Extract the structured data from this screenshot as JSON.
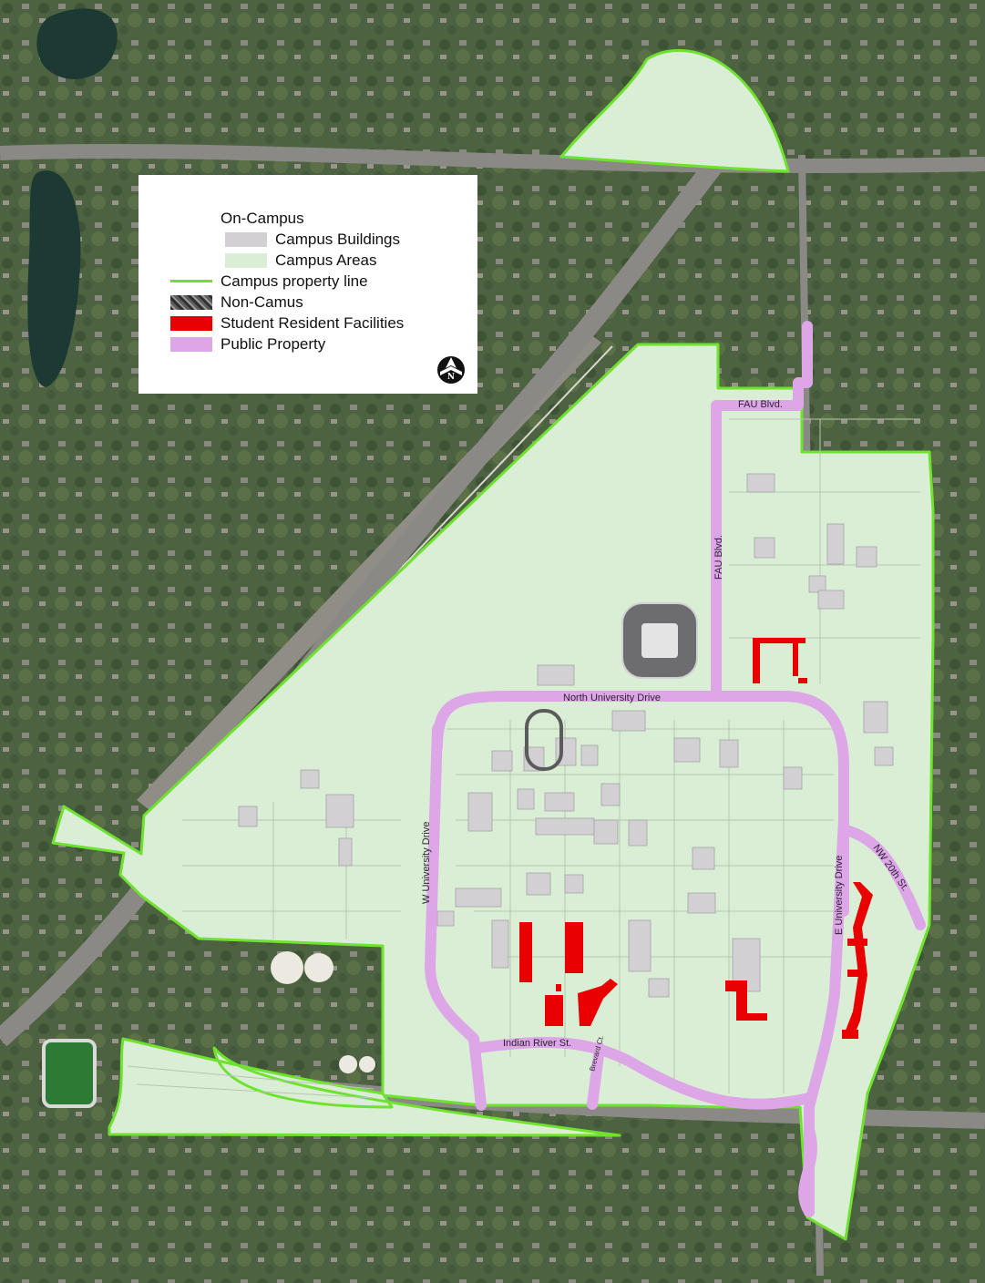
{
  "colors": {
    "campus_area": "#d9eed5",
    "campus_building": "#d2d0d2",
    "property_line": "#6ee22f",
    "student_residence": "#e90000",
    "public_property": "#dda6e6",
    "aerial_base": "#4f6340"
  },
  "legend": {
    "heading": "On-Campus",
    "items": [
      {
        "label": "Campus Buildings",
        "swatch": "campus_building",
        "kind": "fill",
        "indent": true
      },
      {
        "label": "Campus Areas",
        "swatch": "campus_area",
        "kind": "fill",
        "indent": true
      },
      {
        "label": "Campus property line",
        "swatch": "property_line",
        "kind": "line",
        "indent": false
      },
      {
        "label": "Non-Camus",
        "swatch": "aerial",
        "kind": "pattern",
        "indent": false
      },
      {
        "label": "Student Resident Facilities",
        "swatch": "student_residence",
        "kind": "fill",
        "indent": false
      },
      {
        "label": "Public Property",
        "swatch": "public_property",
        "kind": "fill",
        "indent": false
      }
    ]
  },
  "north_arrow": {
    "letter": "N",
    "icon": "north-arrow-icon"
  },
  "road_labels": {
    "fau_blvd_north": "FAU Blvd.",
    "fau_blvd_west": "FAU Blvd.",
    "north_university_drive": "North University Drive",
    "w_university_drive": "W University Drive",
    "e_university_drive": "E University Drive",
    "nw_20th_st": "NW 20th St.",
    "indian_river_st": "Indian River St.",
    "brevard_ct": "Brevard Ct."
  }
}
